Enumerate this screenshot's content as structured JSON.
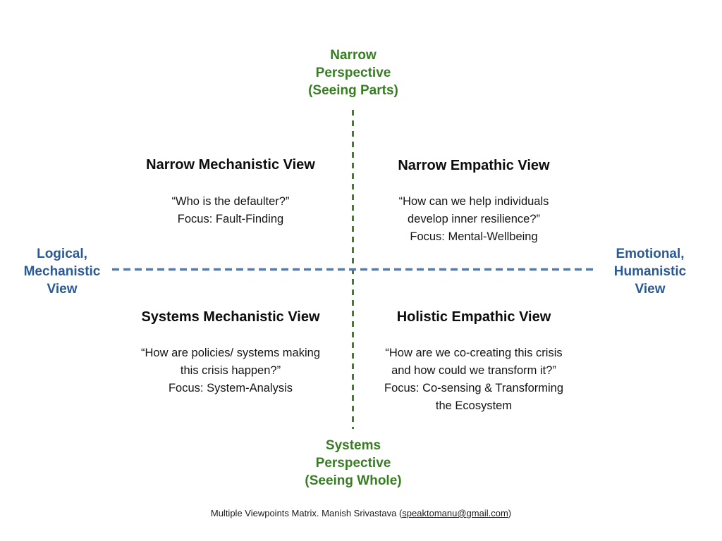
{
  "colors": {
    "green": "#377d22",
    "green_line": "#3e8128",
    "blue": "#2a5a96",
    "blue_line": "#4a7ebb"
  },
  "axis_labels": {
    "top": "Narrow\nPerspective\n(Seeing Parts)",
    "bottom": "Systems\nPerspective\n(Seeing Whole)",
    "left": "Logical,\nMechanistic\nView",
    "right": "Emotional,\nHumanistic\nView"
  },
  "quadrants": {
    "top_left": {
      "title": "Narrow Mechanistic View",
      "body": "“Who is the defaulter?”\nFocus: Fault-Finding"
    },
    "top_right": {
      "title": "Narrow Empathic View",
      "body": "“How can we help individuals\ndevelop inner resilience?”\nFocus: Mental-Wellbeing"
    },
    "bottom_left": {
      "title": "Systems Mechanistic View",
      "body": "“How are policies/ systems making\nthis crisis happen?”\nFocus: System-Analysis"
    },
    "bottom_right": {
      "title": "Holistic Empathic View",
      "body": "“How are we co-creating this crisis\nand how could we transform it?”\nFocus: Co-sensing & Transforming\nthe Ecosystem"
    }
  },
  "footer": {
    "prefix": "Multiple Viewpoints Matrix. Manish Srivastava (",
    "email": "speaktomanu@gmail.com",
    "suffix": ")"
  }
}
